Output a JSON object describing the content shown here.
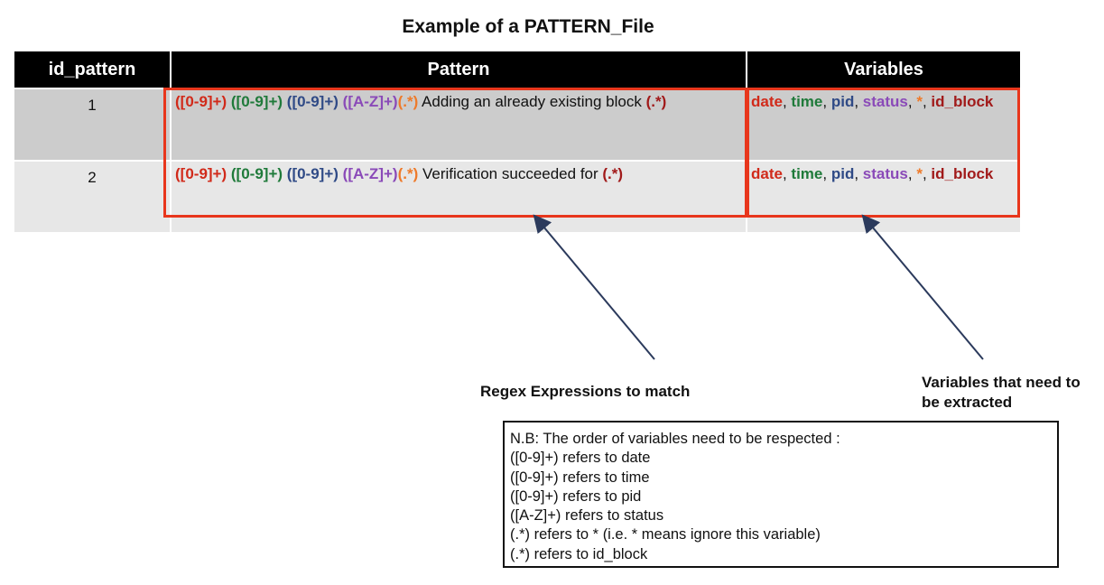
{
  "title": "Example of a PATTERN_File",
  "colors": {
    "date": "#d12a1a",
    "time": "#1f7a3a",
    "pid": "#2f4a86",
    "status": "#8a4ab8",
    "star": "#ee7a2a",
    "id_block": "#a11a1a",
    "highlight_box": "#e8361c"
  },
  "table": {
    "headers": [
      "id_pattern",
      "Pattern",
      "Variables"
    ],
    "rows": [
      {
        "id": "1",
        "pattern": {
          "t1": "([0-9]+)",
          "t2": "([0-9]+)",
          "t3": "([0-9]+)",
          "t4": "([A-Z]+)",
          "t5": "(.*)",
          "text": "Adding an already existing block",
          "t6": "(.*)"
        },
        "variables": [
          "date",
          "time",
          "pid",
          "status",
          "*",
          "id_block"
        ]
      },
      {
        "id": "2",
        "pattern": {
          "t1": "([0-9]+)",
          "t2": "([0-9]+)",
          "t3": "([0-9]+)",
          "t4": "([A-Z]+)",
          "t5": "(.*)",
          "text": "Verification succeeded for",
          "t6": "(.*)"
        },
        "variables": [
          "date",
          "time",
          "pid",
          "status",
          "*",
          "id_block"
        ]
      }
    ]
  },
  "captions": {
    "regex": "Regex Expressions to match",
    "variables_line1": "Variables that need to",
    "variables_line2": "be extracted"
  },
  "note": {
    "lines": [
      "N.B: The order of variables need to be respected :",
      "([0-9]+) refers to date",
      "([0-9]+) refers to time",
      "([0-9]+)  refers to pid",
      "([A-Z]+)  refers to status",
      "(.*) refers to * (i.e. * means ignore this variable)",
      "(.*) refers to id_block"
    ]
  }
}
